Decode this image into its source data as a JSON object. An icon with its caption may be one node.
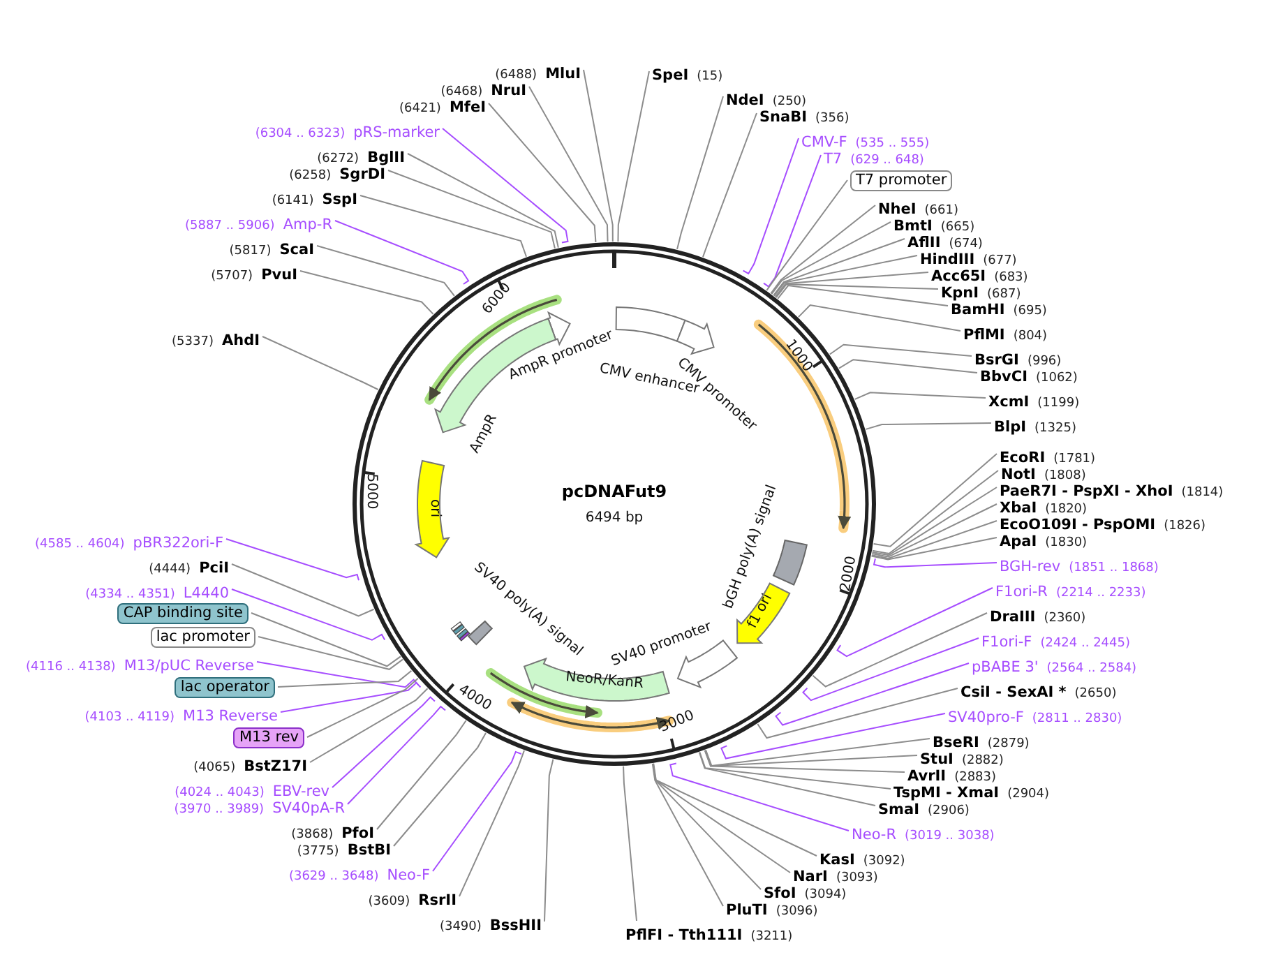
{
  "diagram": {
    "title": "pcDNAFut9",
    "nodes": [
      {
        "text": [
          "(6488)",
          "MluI"
        ]
      },
      {
        "text": [
          "(6468)",
          "NruI"
        ]
      },
      {
        "text": [
          "(6421)",
          "MfeI"
        ]
      },
      {
        "text": [
          "(6304 .. 6323)",
          "pRS-marker"
        ]
      },
      {
        "text": [
          "(6272)",
          "BglII"
        ]
      },
      {
        "text": [
          "(6258)",
          "SgrDI"
        ]
      },
      {
        "text": [
          "(6141)",
          "SspI"
        ]
      },
      {
        "text": [
          "(5887 .. 5906)",
          "Amp-R"
        ]
      },
      {
        "text": [
          "(5817)",
          "ScaI"
        ]
      },
      {
        "text": [
          "(5707)",
          "PvuI"
        ]
      },
      {
        "text": [
          "(5337)",
          "AhdI"
        ]
      },
      {
        "text": [
          "(4585 .. 4604)",
          "pBR322ori-F"
        ]
      },
      {
        "text": [
          "(4444)",
          "PciI"
        ]
      },
      {
        "text": [
          "(4334 .. 4351)",
          "L4440"
        ]
      },
      {
        "text": [
          "CAP binding site"
        ]
      },
      {
        "text": [
          "lac promoter"
        ]
      },
      {
        "text": [
          "(4116 .. 4138)",
          "M13/pUC Reverse"
        ]
      },
      {
        "text": [
          "lac operator"
        ]
      },
      {
        "text": [
          "(4103 .. 4119)",
          "M13 Reverse"
        ]
      },
      {
        "text": [
          "M13 rev"
        ]
      },
      {
        "text": [
          "(4065)",
          "BstZ17I"
        ]
      },
      {
        "text": [
          "(4024 .. 4043)",
          "EBV-rev"
        ]
      },
      {
        "text": [
          "(3970 .. 3989)",
          "SV40pA-R"
        ]
      },
      {
        "text": [
          "(3868)",
          "PfoI"
        ]
      },
      {
        "text": [
          "(3775)",
          "BstBI"
        ]
      },
      {
        "text": [
          "(3629 .. 3648)",
          "Neo-F"
        ]
      },
      {
        "text": [
          "(3609)",
          "RsrII"
        ]
      },
      {
        "text": [
          "(3490)",
          "BssHII"
        ]
      },
      {
        "text": [
          "SpeI",
          "(15)"
        ]
      },
      {
        "text": [
          "NdeI",
          "(250)"
        ]
      },
      {
        "text": [
          "SnaBI",
          "(356)"
        ]
      },
      {
        "text": [
          "CMV-F",
          "(535 .. 555)"
        ]
      },
      {
        "text": [
          "T7",
          "(629 .. 648)"
        ]
      },
      {
        "text": [
          "T7 promoter"
        ]
      },
      {
        "text": [
          "NheI",
          "(661)"
        ]
      },
      {
        "text": [
          "BmtI",
          "(665)"
        ]
      },
      {
        "text": [
          "AflII",
          "(674)"
        ]
      },
      {
        "text": [
          "HindIII",
          "(677)"
        ]
      },
      {
        "text": [
          "Acc65I",
          "(683)"
        ]
      },
      {
        "text": [
          "KpnI",
          "(687)"
        ]
      },
      {
        "text": [
          "BamHI",
          "(695)"
        ]
      },
      {
        "text": [
          "PflMI",
          "(804)"
        ]
      },
      {
        "text": [
          "BsrGI",
          "(996)"
        ]
      },
      {
        "text": [
          "BbvCI",
          "(1062)"
        ]
      },
      {
        "text": [
          "XcmI",
          "(1199)"
        ]
      },
      {
        "text": [
          "BlpI",
          "(1325)"
        ]
      },
      {
        "text": [
          "EcoRI",
          "(1781)"
        ]
      },
      {
        "text": [
          "NotI",
          "(1808)"
        ]
      },
      {
        "text": [
          "PaeR7I - PspXI - XhoI",
          "(1814)"
        ]
      },
      {
        "text": [
          "XbaI",
          "(1820)"
        ]
      },
      {
        "text": [
          "EcoO109I - PspOMI",
          "(1826)"
        ]
      },
      {
        "text": [
          "ApaI",
          "(1830)"
        ]
      },
      {
        "text": [
          "BGH-rev",
          "(1851 .. 1868)"
        ]
      },
      {
        "text": [
          "F1ori-R",
          "(2214 .. 2233)"
        ]
      },
      {
        "text": [
          "DraIII",
          "(2360)"
        ]
      },
      {
        "text": [
          "F1ori-F",
          "(2424 .. 2445)"
        ]
      },
      {
        "text": [
          "pBABE 3'",
          "(2564 .. 2584)"
        ]
      },
      {
        "text": [
          "CsiI - SexAI *",
          "(2650)"
        ]
      },
      {
        "text": [
          "SV40pro-F",
          "(2811 .. 2830)"
        ]
      },
      {
        "text": [
          "BseRI",
          "(2879)"
        ]
      },
      {
        "text": [
          "StuI",
          "(2882)"
        ]
      },
      {
        "text": [
          "AvrII",
          "(2883)"
        ]
      },
      {
        "text": [
          "TspMI - XmaI",
          "(2904)"
        ]
      },
      {
        "text": [
          "SmaI",
          "(2906)"
        ]
      },
      {
        "text": [
          "Neo-R",
          "(3019 .. 3038)"
        ]
      },
      {
        "text": [
          "KasI",
          "(3092)"
        ]
      },
      {
        "text": [
          "NarI",
          "(3093)"
        ]
      },
      {
        "text": [
          "SfoI",
          "(3094)"
        ]
      },
      {
        "text": [
          "PluTI",
          "(3096)"
        ]
      },
      {
        "text": [
          "PflFI - Tth111I",
          "(3211)"
        ]
      },
      {
        "text": [
          "CMV enhancer"
        ]
      },
      {
        "text": [
          "CMV promoter"
        ]
      },
      {
        "text": [
          "AmpR promoter"
        ]
      },
      {
        "text": [
          "AmpR"
        ]
      },
      {
        "text": [
          "ori"
        ]
      },
      {
        "text": [
          "SV40 poly(A) signal"
        ]
      },
      {
        "text": [
          "NeoR/KanR"
        ]
      },
      {
        "text": [
          "SV40 promoter"
        ]
      },
      {
        "text": [
          "f1 ori"
        ]
      },
      {
        "text": [
          "bGH poly(A) signal"
        ]
      }
    ],
    "edges": [
      {
        "from": 0,
        "to": null,
        "arrow": "none"
      },
      {
        "from": 1,
        "to": null,
        "arrow": "none"
      },
      {
        "from": 2,
        "to": null,
        "arrow": "none"
      },
      {
        "from": 3,
        "to": null,
        "arrow": "none",
        "color": "#a64dff"
      },
      {
        "from": 4,
        "to": null,
        "arrow": "none"
      },
      {
        "from": 5,
        "to": null,
        "arrow": "none"
      },
      {
        "from": 6,
        "to": null,
        "arrow": "none"
      },
      {
        "from": 7,
        "to": null,
        "arrow": "none",
        "color": "#a64dff"
      },
      {
        "from": 8,
        "to": null,
        "arrow": "none"
      },
      {
        "from": 9,
        "to": null,
        "arrow": "none"
      },
      {
        "from": 10,
        "to": null,
        "arrow": "none"
      },
      {
        "from": 11,
        "to": null,
        "arrow": "none",
        "color": "#a64dff"
      },
      {
        "from": 12,
        "to": null,
        "arrow": "none"
      },
      {
        "from": 13,
        "to": null,
        "arrow": "none",
        "color": "#a64dff"
      },
      {
        "from": 14,
        "to": null,
        "arrow": "none"
      },
      {
        "from": 15,
        "to": null,
        "arrow": "none"
      },
      {
        "from": 16,
        "to": null,
        "arrow": "none",
        "color": "#a64dff"
      },
      {
        "from": 17,
        "to": null,
        "arrow": "none"
      },
      {
        "from": 18,
        "to": null,
        "arrow": "none",
        "color": "#a64dff"
      },
      {
        "from": 19,
        "to": null,
        "arrow": "none"
      },
      {
        "from": 20,
        "to": null,
        "arrow": "none"
      },
      {
        "from": 21,
        "to": null,
        "arrow": "none",
        "color": "#a64dff"
      },
      {
        "from": 22,
        "to": null,
        "arrow": "none",
        "color": "#a64dff"
      },
      {
        "from": 23,
        "to": null,
        "arrow": "none"
      },
      {
        "from": 24,
        "to": null,
        "arrow": "none"
      },
      {
        "from": 25,
        "to": null,
        "arrow": "none",
        "color": "#a64dff"
      },
      {
        "from": 26,
        "to": null,
        "arrow": "none"
      },
      {
        "from": 27,
        "to": null,
        "arrow": "none"
      },
      {
        "from": 28,
        "to": null,
        "arrow": "none"
      },
      {
        "from": 29,
        "to": null,
        "arrow": "none"
      },
      {
        "from": 30,
        "to": null,
        "arrow": "none"
      },
      {
        "from": 31,
        "to": null,
        "arrow": "none",
        "color": "#a64dff"
      },
      {
        "from": 32,
        "to": null,
        "arrow": "none",
        "color": "#a64dff"
      },
      {
        "from": 33,
        "to": null,
        "arrow": "none"
      },
      {
        "from": 34,
        "to": null,
        "arrow": "none"
      },
      {
        "from": 35,
        "to": null,
        "arrow": "none"
      },
      {
        "from": 36,
        "to": null,
        "arrow": "none"
      },
      {
        "from": 37,
        "to": null,
        "arrow": "none"
      },
      {
        "from": 38,
        "to": null,
        "arrow": "none"
      },
      {
        "from": 39,
        "to": null,
        "arrow": "none"
      },
      {
        "from": 40,
        "to": null,
        "arrow": "none"
      },
      {
        "from": 41,
        "to": null,
        "arrow": "none"
      },
      {
        "from": 42,
        "to": null,
        "arrow": "none"
      },
      {
        "from": 43,
        "to": null,
        "arrow": "none"
      },
      {
        "from": 44,
        "to": null,
        "arrow": "none"
      },
      {
        "from": 45,
        "to": null,
        "arrow": "none"
      },
      {
        "from": 46,
        "to": null,
        "arrow": "none"
      },
      {
        "from": 47,
        "to": null,
        "arrow": "none"
      },
      {
        "from": 48,
        "to": null,
        "arrow": "none"
      },
      {
        "from": 49,
        "to": null,
        "arrow": "none"
      },
      {
        "from": 50,
        "to": null,
        "arrow": "none"
      },
      {
        "from": 51,
        "to": null,
        "arrow": "none"
      },
      {
        "from": 52,
        "to": null,
        "arrow": "none",
        "color": "#a64dff"
      },
      {
        "from": 53,
        "to": null,
        "arrow": "none",
        "color": "#a64dff"
      },
      {
        "from": 54,
        "to": null,
        "arrow": "none"
      },
      {
        "from": 55,
        "to": null,
        "arrow": "none",
        "color": "#a64dff"
      },
      {
        "from": 56,
        "to": null,
        "arrow": "none",
        "color": "#a64dff"
      },
      {
        "from": 57,
        "to": null,
        "arrow": "none"
      },
      {
        "from": 58,
        "to": null,
        "arrow": "none",
        "color": "#a64dff"
      },
      {
        "from": 59,
        "to": null,
        "arrow": "none"
      },
      {
        "from": 60,
        "to": null,
        "arrow": "none"
      },
      {
        "from": 61,
        "to": null,
        "arrow": "none"
      },
      {
        "from": 62,
        "to": null,
        "arrow": "none"
      },
      {
        "from": 63,
        "to": null,
        "arrow": "none"
      },
      {
        "from": 64,
        "to": null,
        "arrow": "none",
        "color": "#a64dff"
      },
      {
        "from": 65,
        "to": null,
        "arrow": "none"
      },
      {
        "from": 66,
        "to": null,
        "arrow": "none"
      },
      {
        "from": 67,
        "to": null,
        "arrow": "none"
      },
      {
        "from": 68,
        "to": null,
        "arrow": "none"
      },
      {
        "from": 69,
        "to": null,
        "arrow": "none"
      }
    ],
    "labels": [
      "6000",
      "1000",
      "5000",
      "6494 bp",
      "2000",
      "4000",
      "3000"
    ]
  }
}
